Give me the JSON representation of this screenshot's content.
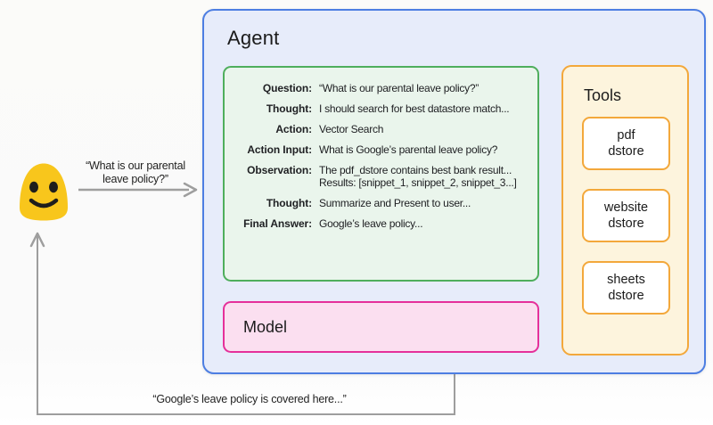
{
  "colors": {
    "agent-bg": "#e7ecfa",
    "agent-border": "#4d7ee2",
    "scratchpad-bg": "#eaf5ec",
    "scratchpad-border": "#4fae5c",
    "model-bg": "#fbdff0",
    "model-border": "#e5309a",
    "tools-bg": "#fdf4dd",
    "tools-border": "#f3a83b",
    "tool-item-bg": "#ffffff",
    "arrow-gray": "#9e9e9e",
    "dot-gray": "#9aa0a6",
    "text-dark": "#202124",
    "emoji-yellow": "#f8c61c",
    "emoji-face": "#1e1e1c"
  },
  "agent": {
    "title": "Agent"
  },
  "scratchpad": {
    "rows": [
      {
        "label": "Question:",
        "value": "“What is our parental leave policy?”"
      },
      {
        "label": "Thought:",
        "value": "I should search for best datastore match..."
      },
      {
        "label": "Action:",
        "value": "Vector Search"
      },
      {
        "label": "Action Input:",
        "value": "What is Google’s parental leave policy?"
      },
      {
        "label": "Observation:",
        "value": "The pdf_dstore contains best bank result...",
        "value_line2": "Results: [snippet_1, snippet_2, snippet_3...]"
      },
      {
        "label": "Thought:",
        "value": "Summarize and Present to user..."
      },
      {
        "label": "Final Answer:",
        "value": "Google’s leave policy..."
      }
    ]
  },
  "model": {
    "title": "Model"
  },
  "tools": {
    "title": "Tools",
    "items": [
      {
        "line1": "pdf",
        "line2": "dstore"
      },
      {
        "line1": "website",
        "line2": "dstore"
      },
      {
        "line1": "sheets",
        "line2": "dstore"
      }
    ]
  },
  "flow": {
    "request_line1": "“What is our parental",
    "request_line2": "leave policy?”",
    "response_label": "“Google’s leave policy is covered here...”"
  }
}
